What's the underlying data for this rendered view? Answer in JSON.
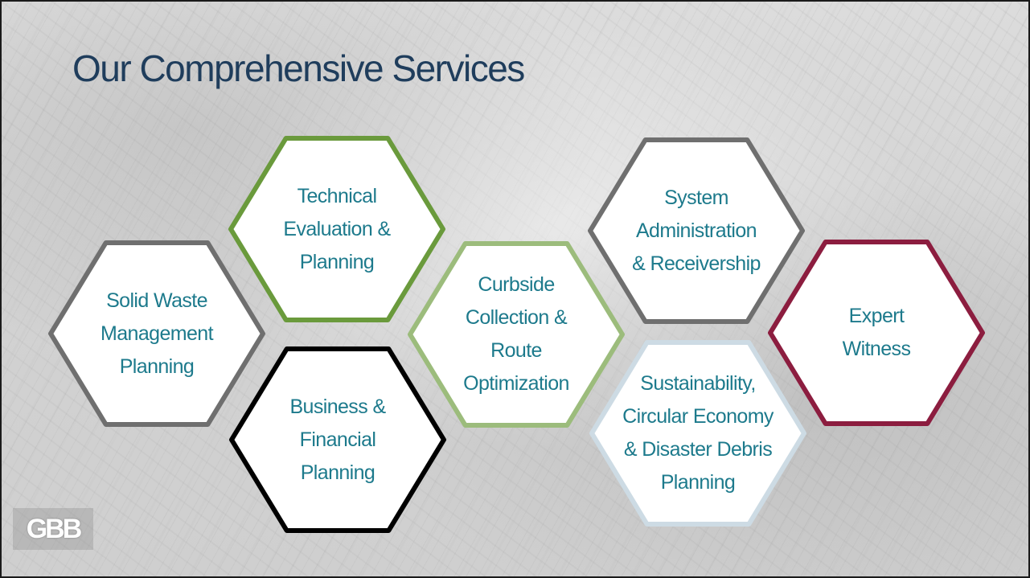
{
  "slide": {
    "title": "Our Comprehensive Services",
    "logo_text": "GBB"
  },
  "services": [
    {
      "id": "solid-waste",
      "label": "Solid Waste\nManagement\nPlanning",
      "border_color": "#6f6f6f"
    },
    {
      "id": "technical-evaluation",
      "label": "Technical\nEvaluation  &\nPlanning",
      "border_color": "#6a9a3c"
    },
    {
      "id": "business-financial",
      "label": "Business &\nFinancial\nPlanning",
      "border_color": "#000000"
    },
    {
      "id": "curbside-collection",
      "label": "Curbside\nCollection &\nRoute\nOptimization",
      "border_color": "#9cbc7c"
    },
    {
      "id": "system-administration",
      "label": "System\nAdministration\n& Receivership",
      "border_color": "#6f6f6f"
    },
    {
      "id": "sustainability",
      "label": "Sustainability,\nCircular Economy\n& Disaster Debris\nPlanning",
      "border_color": "#cddbe4"
    },
    {
      "id": "expert-witness",
      "label": "Expert\nWitness",
      "border_color": "#8c1d3f"
    }
  ],
  "colors": {
    "title": "#1f3d5c",
    "hex_text": "#1d7a8c",
    "hex_fill": "#ffffff"
  }
}
